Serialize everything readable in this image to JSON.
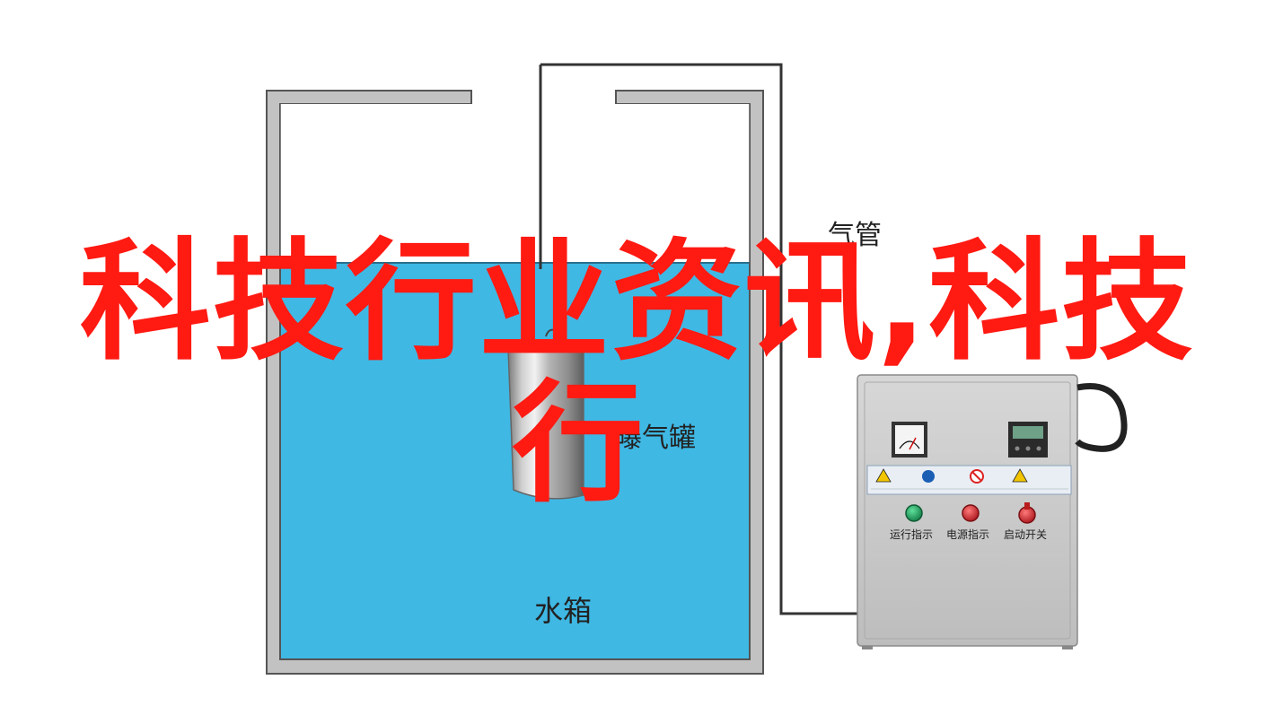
{
  "diagram": {
    "labels": {
      "gas_pipe": "气管",
      "dosing_tank": "曝气罐",
      "water_tank": "水箱",
      "run_indicator": "运行指示",
      "power_indicator": "电源指示",
      "start_switch": "启动开关"
    },
    "colors": {
      "water": "#3fb8e4",
      "tank_wall": "#6f6f6f",
      "panel_gray": "#c9c9c9",
      "indicator_green": "#1f9e5e",
      "indicator_red": "#d9262b",
      "switch_red": "#e6332a",
      "overlay_red": "#ff1a12"
    }
  },
  "overlay": {
    "title_line1": "科技行业资讯,科技",
    "title_line2": "行"
  }
}
